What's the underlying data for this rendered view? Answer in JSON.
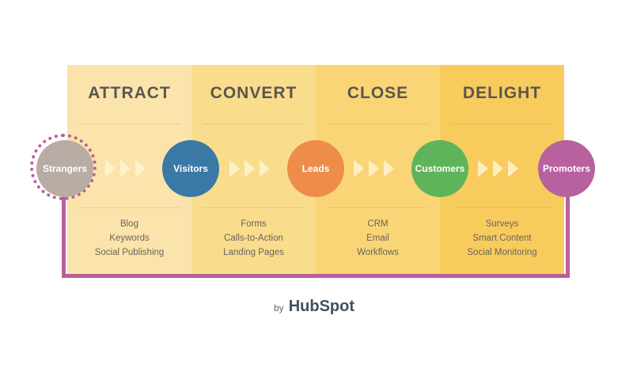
{
  "stages": [
    {
      "title": "ATTRACT",
      "items": [
        "Blog",
        "Keywords",
        "Social Publishing"
      ],
      "color": "#fbe4ab"
    },
    {
      "title": "CONVERT",
      "items": [
        "Forms",
        "Calls-to-Action",
        "Landing Pages"
      ],
      "color": "#fadc8d"
    },
    {
      "title": "CLOSE",
      "items": [
        "CRM",
        "Email",
        "Workflows"
      ],
      "color": "#f9d576"
    },
    {
      "title": "DELIGHT",
      "items": [
        "Surveys",
        "Smart Content",
        "Social Monitoring"
      ],
      "color": "#f8cb5d"
    }
  ],
  "nodes": [
    {
      "label": "Strangers",
      "color": "#b8aca5"
    },
    {
      "label": "Visitors",
      "color": "#3a78a5"
    },
    {
      "label": "Leads",
      "color": "#ee8c4a"
    },
    {
      "label": "Customers",
      "color": "#5fb45b"
    },
    {
      "label": "Promoters",
      "color": "#b8619e"
    }
  ],
  "footer": {
    "by": "by",
    "brand": "HubSpot"
  },
  "loop_color": "#b85f9c"
}
